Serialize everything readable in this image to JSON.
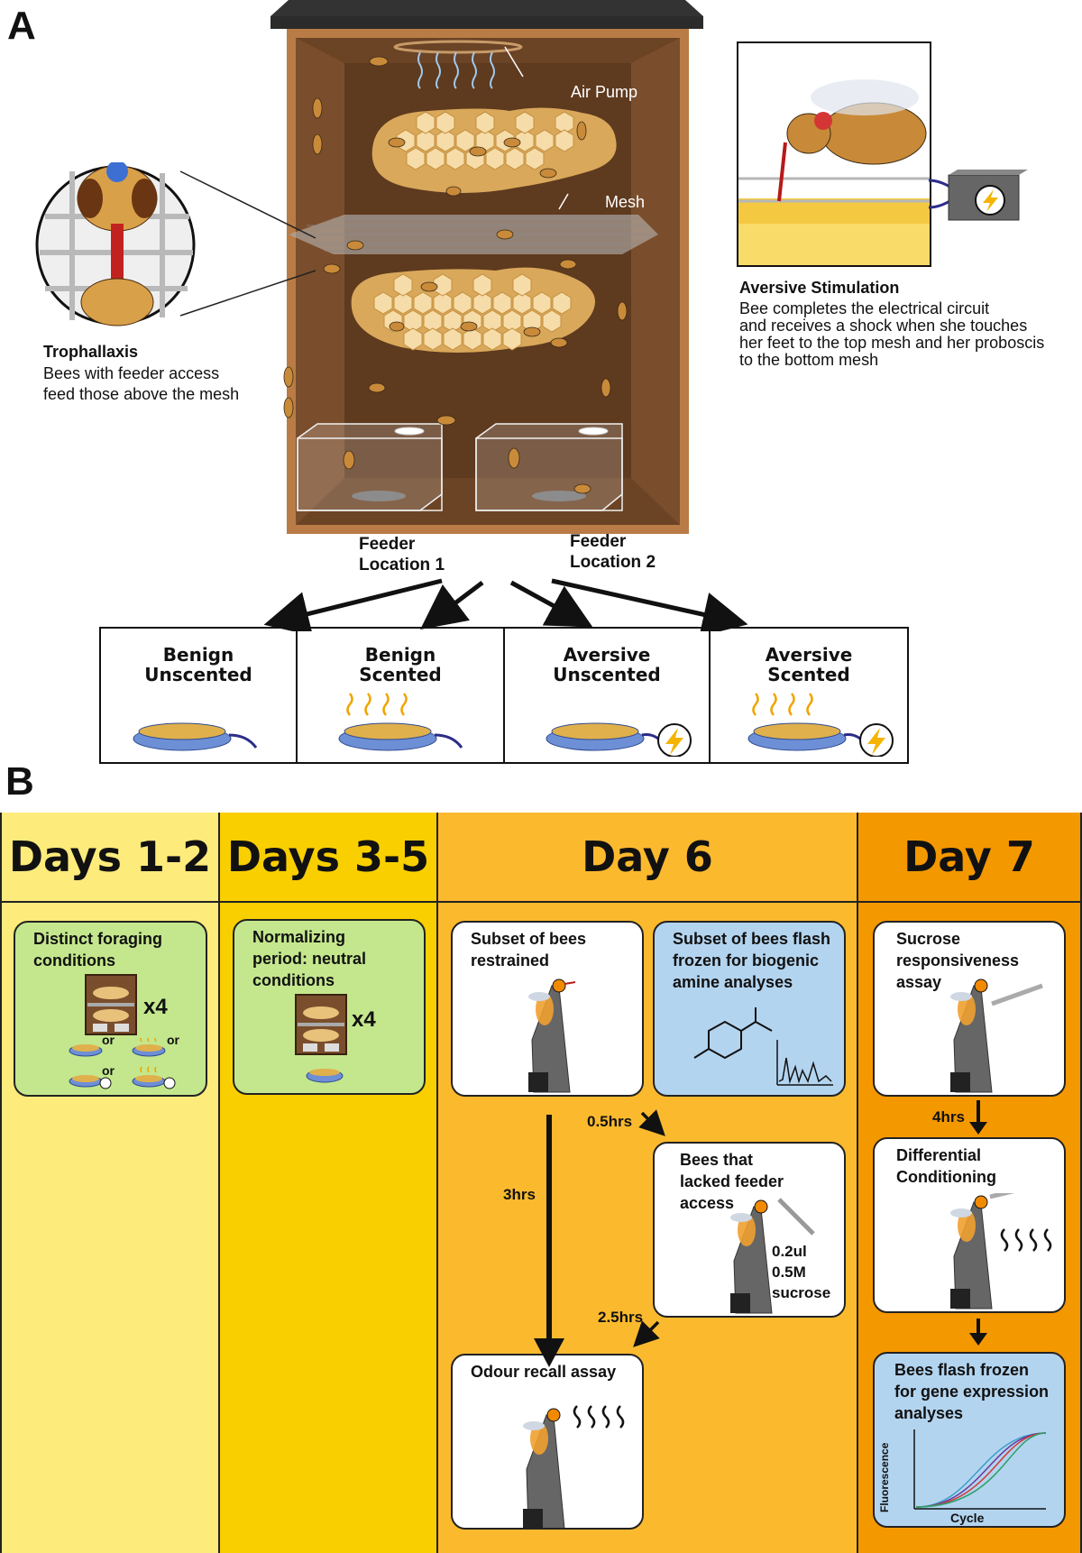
{
  "panel_a": {
    "letter": "A",
    "air_pump": "Air Pump",
    "mesh": "Mesh",
    "trophallaxis": {
      "title": "Trophallaxis",
      "lines": [
        "Bees with feeder access",
        "feed those above the mesh"
      ]
    },
    "aversive": {
      "title": "Aversive Stimulation",
      "lines": [
        "Bee completes the electrical circuit",
        "and receives a shock when she touches",
        "her feet to the top mesh and her proboscis",
        "to the bottom mesh"
      ]
    },
    "feeder1": [
      "Feeder",
      "Location 1"
    ],
    "feeder2": [
      "Feeder",
      "Location 2"
    ],
    "conditions": [
      {
        "line1": "Benign",
        "line2": "Unscented",
        "scented": false,
        "shock": false
      },
      {
        "line1": "Benign",
        "line2": "Scented",
        "scented": true,
        "shock": false
      },
      {
        "line1": "Aversive",
        "line2": "Unscented",
        "scented": false,
        "shock": true
      },
      {
        "line1": "Aversive",
        "line2": "Scented",
        "scented": true,
        "shock": true
      }
    ]
  },
  "panel_b": {
    "letter": "B",
    "days": [
      "Days 1-2",
      "Days 3-5",
      "Day 6",
      "Day 7"
    ],
    "day_colors": [
      "#fdeb7c",
      "#f9cf00",
      "#fbb92e",
      "#f49800"
    ],
    "boxes": {
      "distinct": {
        "lines": [
          "Distinct foraging",
          "conditions"
        ],
        "multiplier": "x4",
        "or": "or"
      },
      "normalizing": {
        "lines": [
          "Normalizing",
          "period: neutral",
          "conditions"
        ],
        "multiplier": "x4"
      },
      "restrained": {
        "lines": [
          "Subset of bees",
          "restrained"
        ]
      },
      "flash_frozen_amine": {
        "lines": [
          "Subset of bees flash",
          "frozen for biogenic",
          "amine analyses"
        ]
      },
      "lacked_feeder": {
        "lines": [
          "Bees that",
          "lacked feeder",
          "access"
        ],
        "dose": [
          "0.2ul",
          "0.5M",
          "sucrose"
        ]
      },
      "odour_recall": {
        "lines": [
          "Odour recall assay"
        ]
      },
      "sucrose": {
        "lines": [
          "Sucrose",
          "responsiveness",
          "assay"
        ]
      },
      "differential": {
        "lines": [
          "Differential",
          "Conditioning"
        ]
      },
      "gene_expression": {
        "lines": [
          "Bees flash frozen",
          "for gene expression",
          "analyses"
        ],
        "ylabel": "Fluorescence",
        "xlabel": "Cycle"
      }
    },
    "times": {
      "t05": "0.5hrs",
      "t3": "3hrs",
      "t25": "2.5hrs",
      "t4": "4hrs"
    }
  }
}
